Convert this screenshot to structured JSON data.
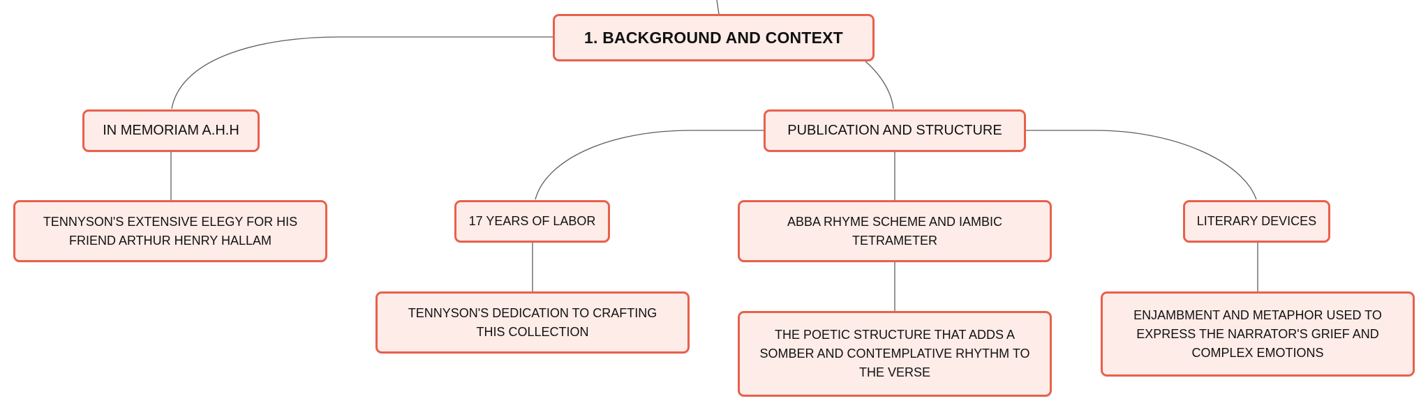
{
  "diagram": {
    "root": {
      "label": "1. BACKGROUND AND CONTEXT"
    },
    "branches": [
      {
        "label": "IN MEMORIAM A.H.H",
        "children": [
          {
            "label": "TENNYSON'S EXTENSIVE ELEGY FOR HIS FRIEND ARTHUR HENRY HALLAM"
          }
        ]
      },
      {
        "label": "PUBLICATION AND STRUCTURE",
        "children": [
          {
            "label": "17 YEARS OF LABOR",
            "children": [
              {
                "label": "TENNYSON'S DEDICATION TO CRAFTING THIS COLLECTION"
              }
            ]
          },
          {
            "label": "ABBA RHYME SCHEME AND IAMBIC TETRAMETER",
            "children": [
              {
                "label": "THE POETIC STRUCTURE THAT ADDS A SOMBER AND CONTEMPLATIVE RHYTHM TO THE VERSE"
              }
            ]
          },
          {
            "label": "LITERARY DEVICES",
            "children": [
              {
                "label": "ENJAMBMENT AND METAPHOR USED TO EXPRESS THE NARRATOR'S GRIEF AND COMPLEX EMOTIONS"
              }
            ]
          }
        ]
      }
    ]
  },
  "colors": {
    "node_fill": "#fdece8",
    "node_border": "#e8604c",
    "connector": "#5d5d5d",
    "text": "#111111"
  }
}
